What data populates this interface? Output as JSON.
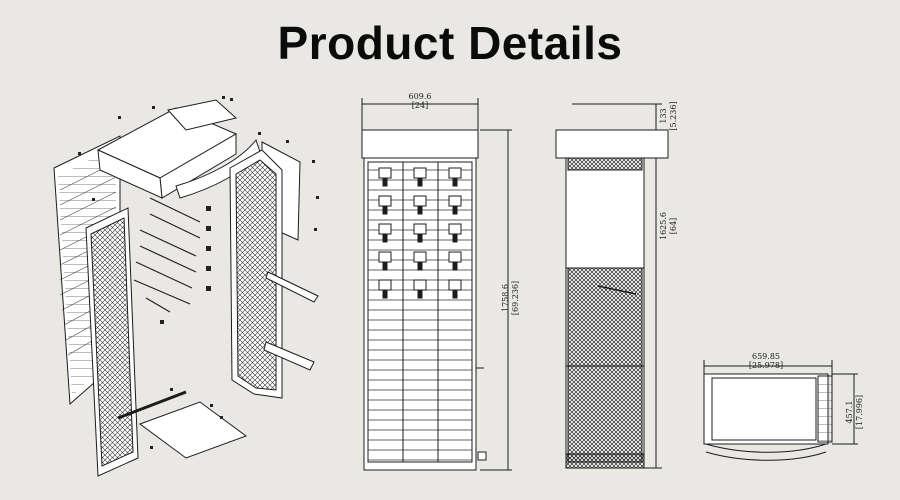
{
  "header": {
    "title": "Product Details"
  },
  "front_view": {
    "width_mm": "609.6",
    "width_in": "[24]",
    "height_mm": "1758.6",
    "height_in": "[69.236]"
  },
  "side_view": {
    "top_mm": "133",
    "top_in": "[5.236]",
    "height_mm": "1625.6",
    "height_in": "[64]"
  },
  "top_view": {
    "width_mm": "659.85",
    "width_in": "[25.978]",
    "depth_mm": "457.1",
    "depth_in": "[17.996]"
  },
  "colors": {
    "background": "#e9e8e4",
    "line": "#1c1c1c"
  }
}
